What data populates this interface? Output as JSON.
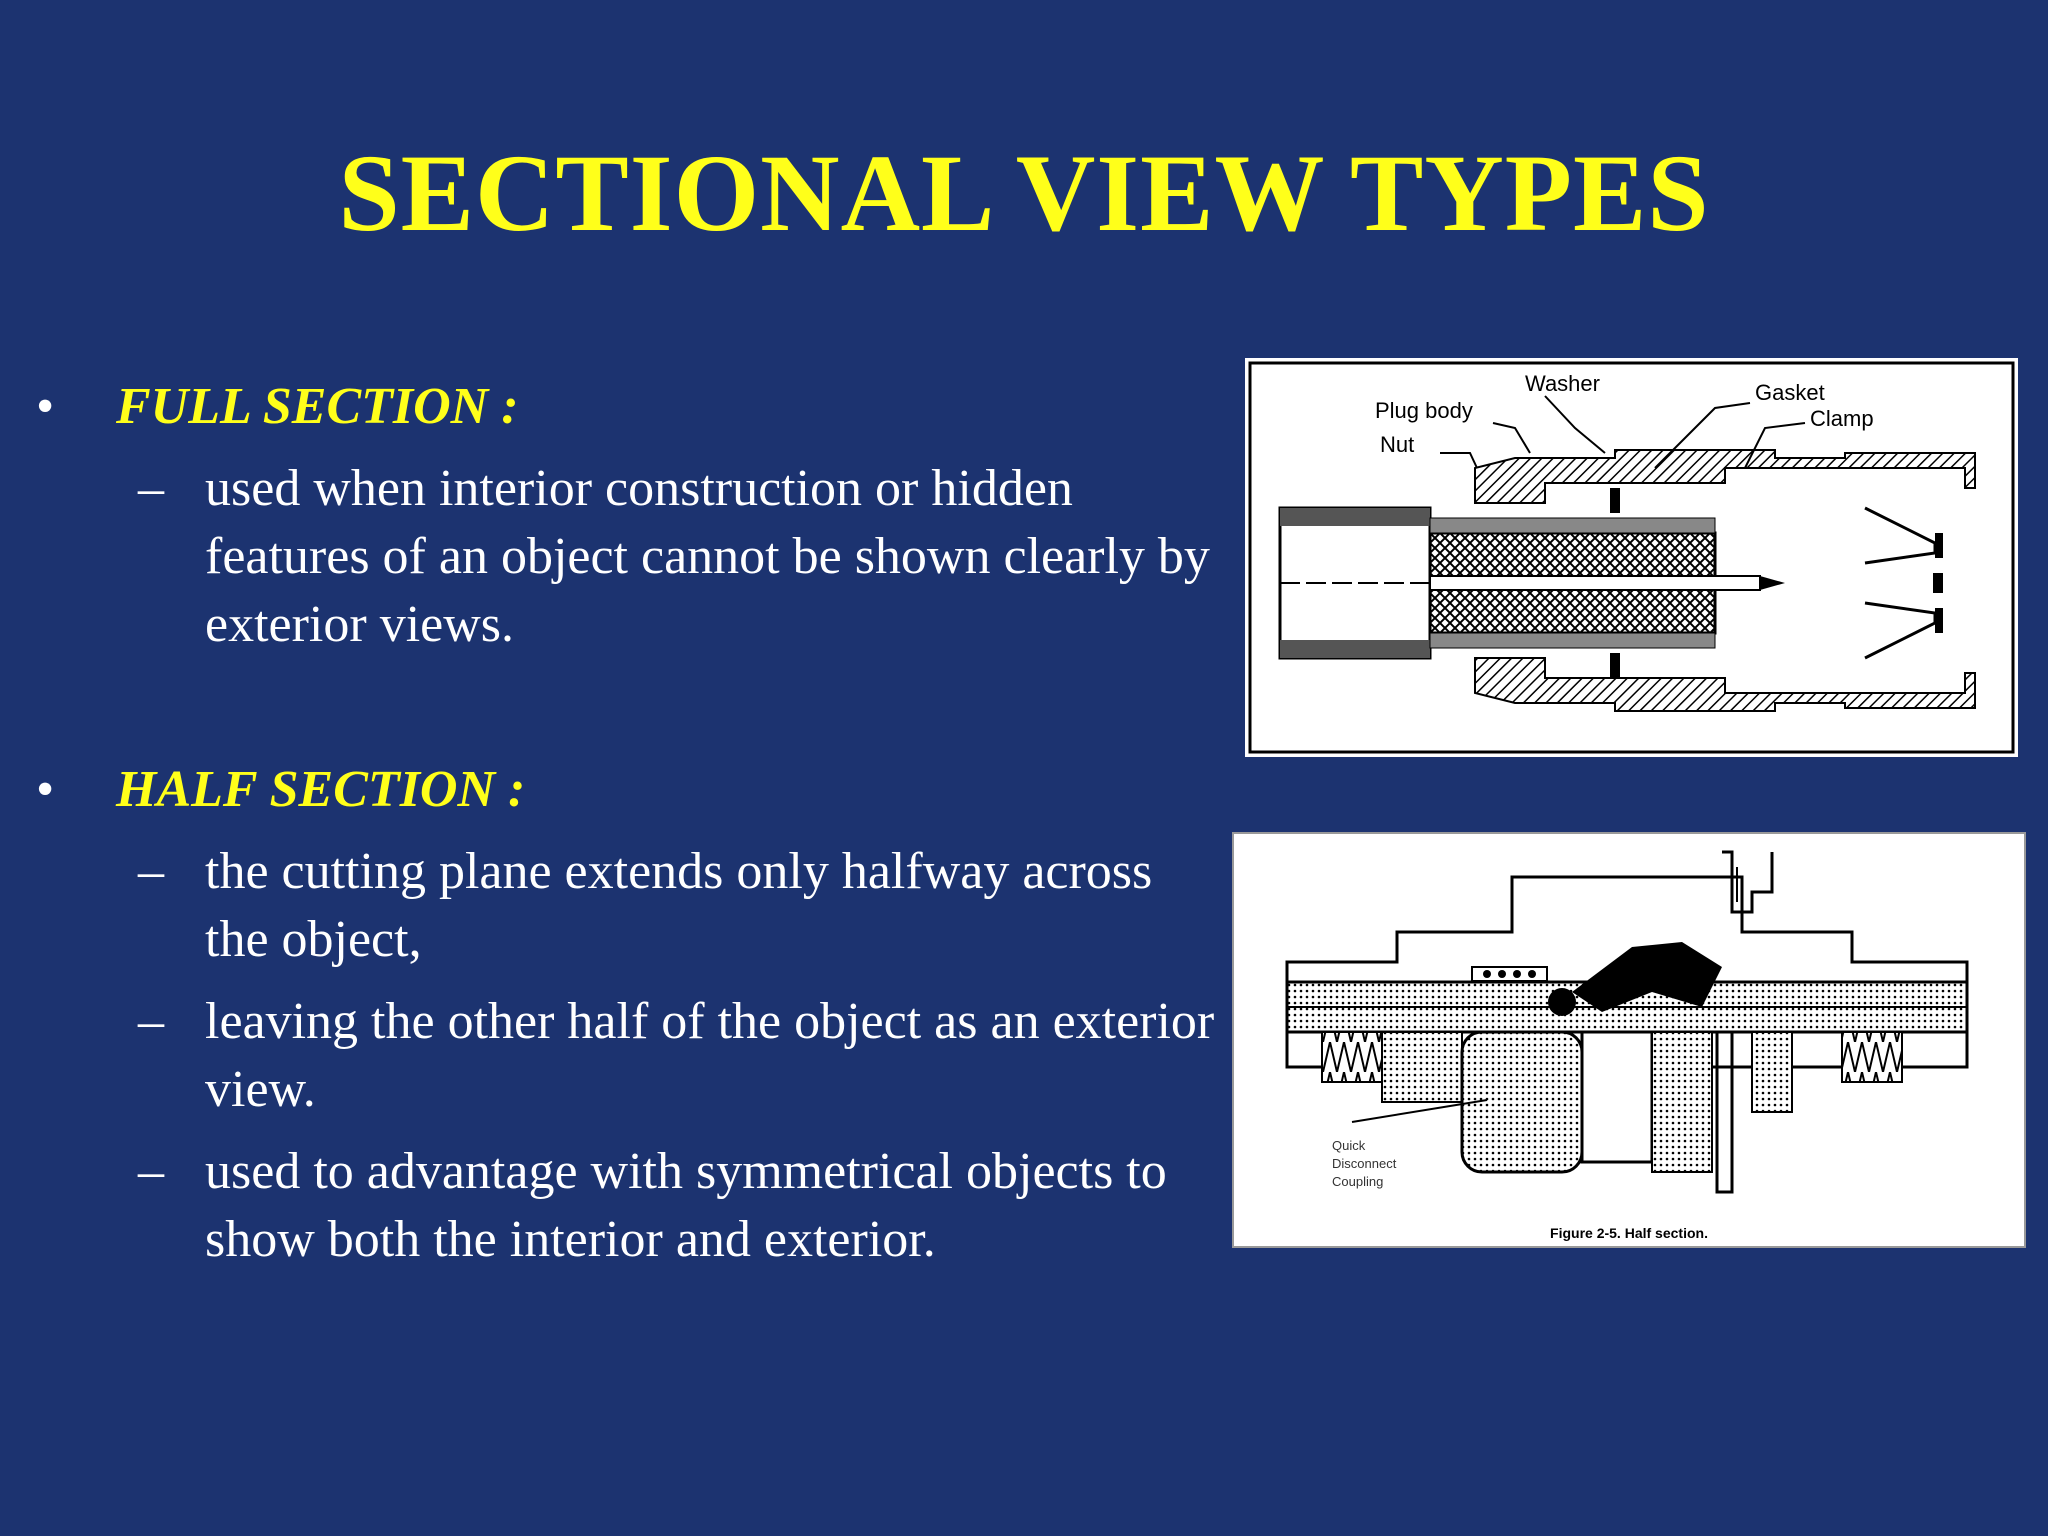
{
  "title": "SECTIONAL VIEW TYPES",
  "bullets": [
    {
      "heading": "FULL SECTION :",
      "items": [
        "used when interior construction or hidden features of an object cannot be shown clearly by exterior views."
      ]
    },
    {
      "heading": "HALF SECTION :",
      "items": [
        "the cutting plane extends only halfway across the object,",
        "leaving the other half of the object as an exterior view.",
        "used to advantage with symmetrical objects to show both the interior and exterior."
      ]
    }
  ],
  "figure1": {
    "labels": {
      "plug_body": "Plug body",
      "nut": "Nut",
      "washer": "Washer",
      "gasket": "Gasket",
      "clamp": "Clamp"
    }
  },
  "figure2": {
    "labels": {
      "quick": "Quick",
      "disconnect": "Disconnect",
      "coupling": "Coupling"
    },
    "caption": "Figure 2-5. Half section."
  },
  "colors": {
    "background": "#1c3370",
    "title": "#ffff1a",
    "text": "#ffffff"
  }
}
